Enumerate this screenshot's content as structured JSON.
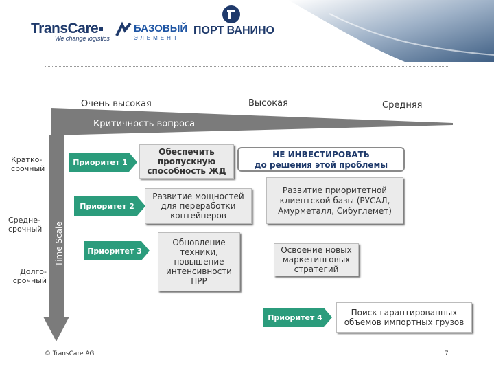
{
  "header": {
    "logo_transcare": "TransCare",
    "logo_transcare_tagline": "We change logistics",
    "logo_bazovy": "БАЗОВЫЙ",
    "logo_bazovy_sub": "ЭЛЕМЕНТ",
    "logo_port": "ПОРТ ВАНИНО"
  },
  "criticality": {
    "levels": [
      "Очень высокая",
      "Высокая",
      "Средняя"
    ],
    "axis_label": "Критичность вопроса"
  },
  "time_scale": {
    "axis_label": "Time Scale",
    "levels": [
      "Кратко-\nсрочный",
      "Средне-\nсрочный",
      "Долго-\nсрочный"
    ]
  },
  "priorities": [
    "Приоритет 1",
    "Приоритет 2",
    "Приоритет 3",
    "Приоритет 4"
  ],
  "boxes": {
    "rail": "Обеспечить пропускную способность ЖД",
    "no_invest_line1": "НЕ ИНВЕСТИРОВАТЬ",
    "no_invest_line2": "до решения этой проблемы",
    "client_base": "Развитие приоритетной клиентской базы (РУСАЛ, Амурметалл, Сибуглемет)",
    "container": "Развитие мощностей для переработки контейнеров",
    "equipment": "Обновление техники, повышение интенсивности ПРР",
    "marketing": "Освоение новых маркетинговых стратегий",
    "imports": "Поиск гарантированных объемов импортных грузов"
  },
  "footer": {
    "copyright": "© TransCare AG",
    "page_number": "7"
  },
  "colors": {
    "priority_green": "#2b9c7c",
    "axis_grey": "#7b7b7b",
    "brand_blue": "#1f3a6b"
  }
}
